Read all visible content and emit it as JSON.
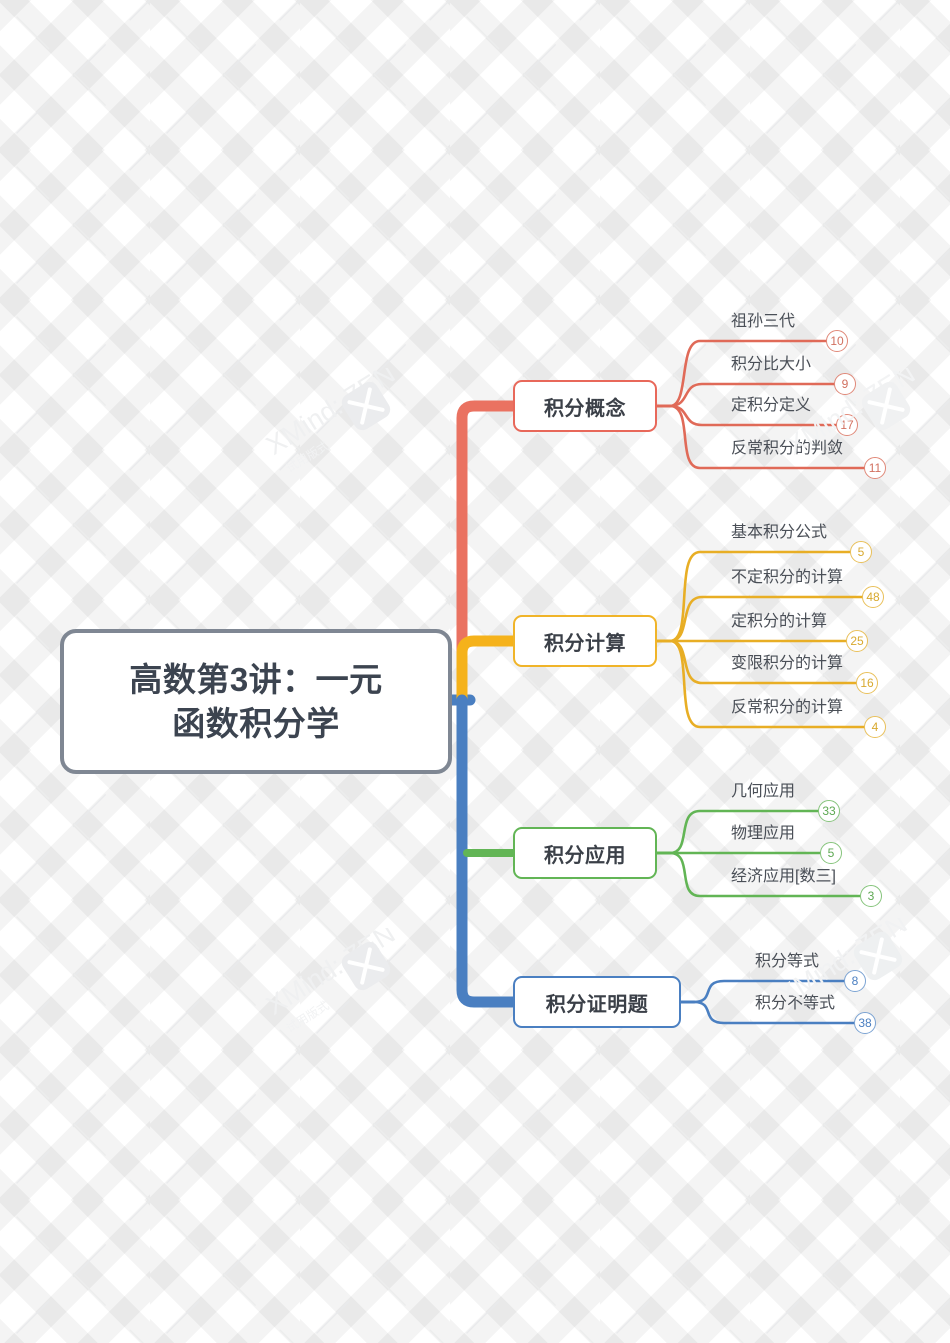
{
  "app": {
    "name": "XMind: ZEN",
    "watermark_text": "XMind: ZEN",
    "watermark_subtext": "试用版式"
  },
  "mindmap": {
    "root": {
      "title": "高数第3讲：一元函数积分学",
      "line1": "高数第3讲：一元",
      "line2": "函数积分学",
      "border_color": "#7f8793"
    },
    "branches": [
      {
        "label": "积分概念",
        "color": "#e8685a",
        "children": [
          {
            "label": "祖孙三代",
            "count": "10"
          },
          {
            "label": "积分比大小",
            "count": "9"
          },
          {
            "label": "定积分定义",
            "count": "17"
          },
          {
            "label": "反常积分的判敛",
            "count": "11"
          }
        ]
      },
      {
        "label": "积分计算",
        "color": "#f0b429",
        "children": [
          {
            "label": "基本积分公式",
            "count": "5"
          },
          {
            "label": "不定积分的计算",
            "count": "48"
          },
          {
            "label": "定积分的计算",
            "count": "25"
          },
          {
            "label": "变限积分的计算",
            "count": "16"
          },
          {
            "label": "反常积分的计算",
            "count": "4"
          }
        ]
      },
      {
        "label": "积分应用",
        "color": "#62b555",
        "children": [
          {
            "label": "几何应用",
            "count": "33"
          },
          {
            "label": "物理应用",
            "count": "5"
          },
          {
            "label": "经济应用[数三]",
            "count": "3"
          }
        ]
      },
      {
        "label": "积分证明题",
        "color": "#4a7fc1",
        "children": [
          {
            "label": "积分等式",
            "count": "8"
          },
          {
            "label": "积分不等式",
            "count": "38"
          }
        ]
      }
    ]
  }
}
